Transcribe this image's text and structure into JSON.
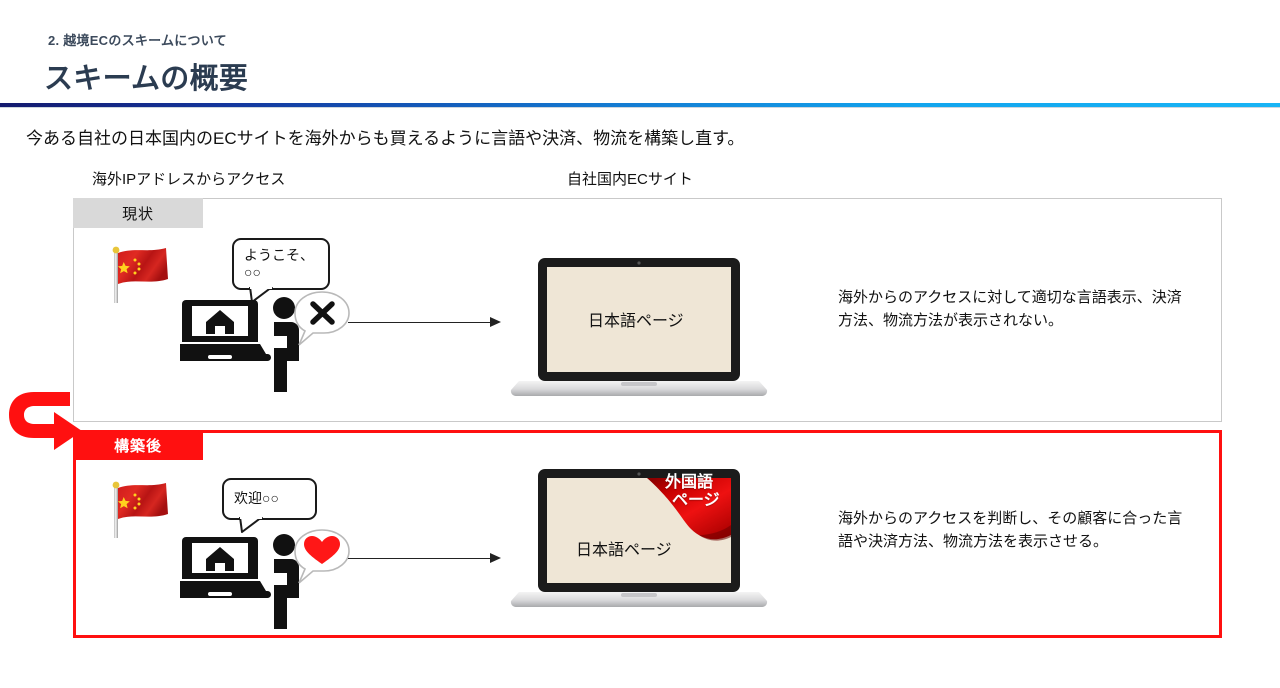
{
  "header": {
    "eyebrow": "2. 越境ECのスキームについて",
    "title": "スキームの概要",
    "divider_gradient_from": "#141a6e",
    "divider_gradient_to": "#18b4f5"
  },
  "lead": "今ある自社の日本国内のECサイトを海外からも買えるように言語や決済、物流を構築し直す。",
  "captions": {
    "left": "海外IPアドレスからアクセス",
    "right": "自社国内ECサイト"
  },
  "panels": [
    {
      "badge": "現状",
      "badge_bg": "#d9d9d9",
      "badge_color": "#111111",
      "border_color": "#c9c9c9",
      "flag": "china-flag",
      "speech": "ようこそ、\n○○",
      "speech_line1": "ようこそ、",
      "speech_line2": "○○",
      "reaction_icon": "cross-icon",
      "reaction_color": "#1a1a1a",
      "screen_label": "日本語ページ",
      "corner_flag": false,
      "note": "海外からのアクセスに対して適切な言語表示、決済方法、物流方法が表示されない。"
    },
    {
      "badge": "構築後",
      "badge_bg": "#ff1010",
      "badge_color": "#ffffff",
      "border_color": "#ff1010",
      "flag": "china-flag",
      "speech": "欢迎○○",
      "speech_line1": "欢迎○○",
      "speech_line2": "",
      "reaction_icon": "heart-icon",
      "reaction_color": "#ff1717",
      "screen_label": "日本語ページ",
      "corner_flag": true,
      "corner_label_line1": "外国語",
      "corner_label_line2": "ページ",
      "corner_color": "#d40000",
      "note": "海外からのアクセスを判断し、その顧客に合った言語や決済方法、物流方法を表示させる。"
    }
  ],
  "uturn_arrow": {
    "name": "u-turn-arrow",
    "color": "#ff1010"
  }
}
